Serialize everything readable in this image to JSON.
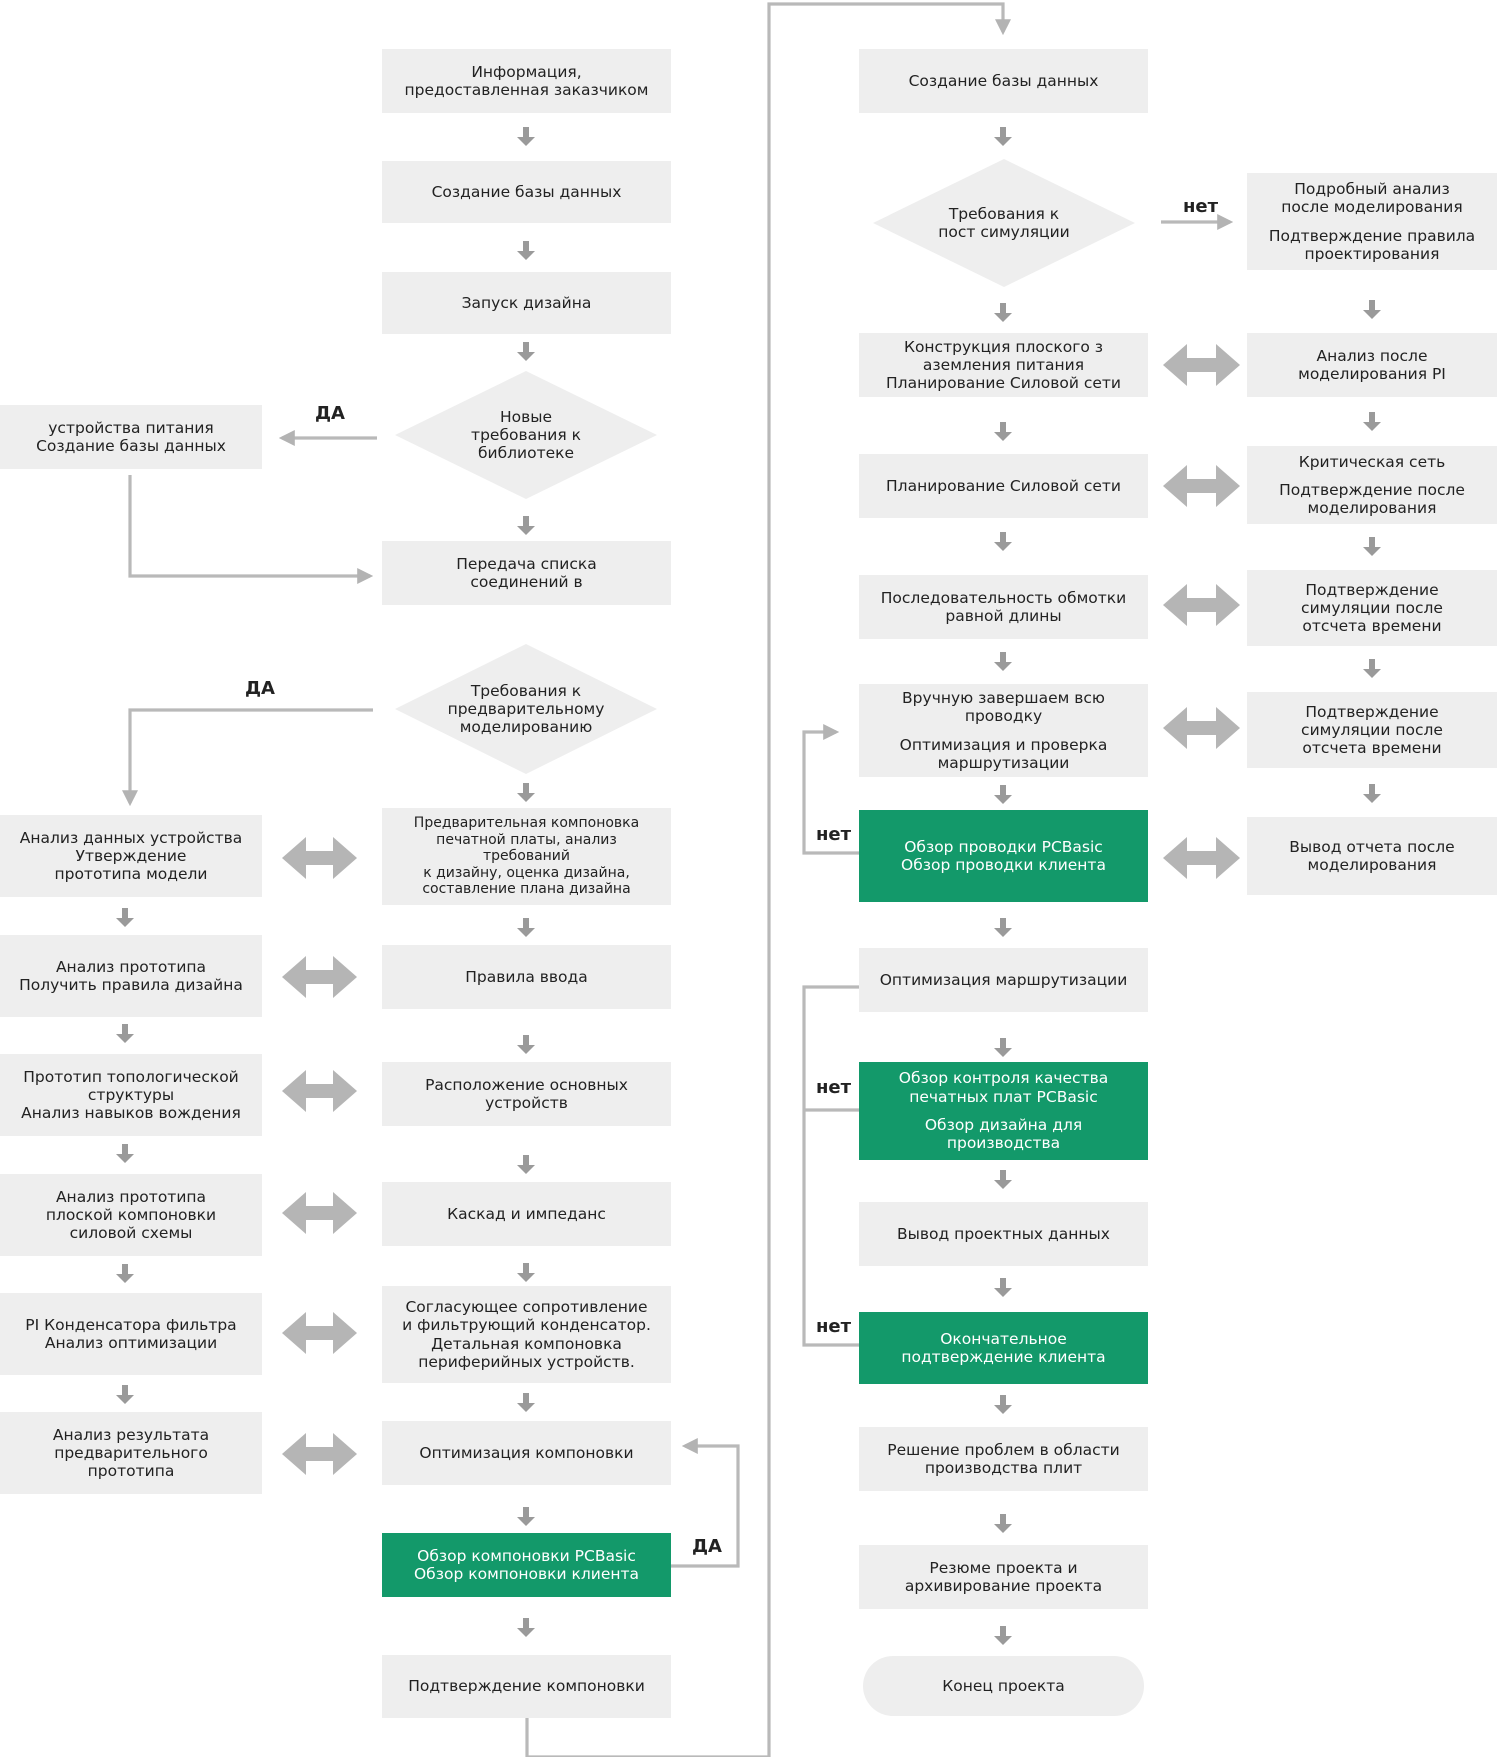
{
  "diagram": {
    "left_column": {
      "customer_info": [
        "Информация,",
        "предоставленная заказчиком"
      ],
      "create_db": [
        "Создание базы данных"
      ],
      "design_start": [
        "Запуск дизайна"
      ],
      "new_lib_req": [
        "Новые",
        "требования к",
        "библиотеке"
      ],
      "netlist_transfer": [
        "Передача списка",
        "соединений в"
      ],
      "premodel_req": [
        "Требования к",
        "предварительному",
        "моделированию"
      ],
      "preliminary_layout": [
        "Предварительная компоновка",
        "печатной платы, анализ требований",
        "к дизайну, оценка дизайна,",
        "составление плана дизайна"
      ],
      "input_rules": [
        "Правила ввода"
      ],
      "main_devices": [
        "Расположение основных",
        "устройств"
      ],
      "stackup": [
        "Каскад и импеданс"
      ],
      "matching": [
        "Согласующее сопротивление",
        "и фильтрующий конденсатор.",
        "Детальная компоновка",
        "периферийных устройств."
      ],
      "layout_opt": [
        "Оптимизация компоновки"
      ],
      "layout_review": [
        "Обзор компоновки PCBasic",
        "Обзор компоновки клиента"
      ],
      "layout_confirm": [
        "Подтверждение компоновки"
      ]
    },
    "side_column": {
      "power_db": [
        "устройства питания",
        "Создание базы данных"
      ],
      "device_analysis": [
        "Анализ данных устройства",
        "Утверждение",
        "прототипа модели"
      ],
      "proto_analysis": [
        "Анализ прототипа",
        "Получить правила дизайна"
      ],
      "topology": [
        "Прототип топологической",
        "структуры",
        "Анализ навыков вождения"
      ],
      "plane_proto": [
        "Анализ прототипа",
        "плоской компоновки",
        "силовой схемы"
      ],
      "pi_cap": [
        "PI Конденсатора фильтра",
        "Анализ оптимизации"
      ],
      "pre_proto_result": [
        "Анализ результата",
        "предварительного",
        "прототипа"
      ]
    },
    "right_column": {
      "create_db": [
        "Создание базы данных"
      ],
      "post_sim_req": [
        "Требования к",
        "пост симуляции"
      ],
      "plane_build": [
        "Конструкция плоского з",
        "аземления питания",
        "Планирование Силовой сети"
      ],
      "power_plan": [
        "Планирование Силовой сети"
      ],
      "length_match": [
        "Последовательность обмотки",
        "равной длины"
      ],
      "manual_route": {
        "p1": [
          "Вручную завершаем всю",
          "проводку"
        ],
        "p2": [
          "Оптимизация и проверка",
          "маршрутизации"
        ]
      },
      "routing_review": [
        "Обзор проводки PCBasic",
        "Обзор проводки клиента"
      ],
      "route_opt": [
        "Оптимизация маршрутизации"
      ],
      "qc_review": {
        "p1": [
          "Обзор контроля качества",
          "печатных плат  PCBasic"
        ],
        "p2": [
          "Обзор дизайна для",
          "производства"
        ]
      },
      "output_data": [
        "Вывод проектных данных"
      ],
      "final_confirm": [
        "Окончательное",
        "подтверждение клиента"
      ],
      "manufacturing": [
        "Решение проблем в области",
        "производства плит"
      ],
      "archive": [
        "Резюме проекта и",
        "архивирование проекта"
      ],
      "end": [
        "Конец проекта"
      ]
    },
    "far_right_column": {
      "detailed_analysis": {
        "p1": [
          "Подробный анализ",
          "после моделирования"
        ],
        "p2": [
          "Подтверждение правила",
          "проектирования"
        ]
      },
      "pi_analysis": [
        "Анализ после",
        "моделирования PI"
      ],
      "critical_net": {
        "p1": [
          "Критическая сеть"
        ],
        "p2": [
          "Подтверждение после",
          "моделирования"
        ]
      },
      "timing_confirm_1": [
        "Подтверждение",
        "симуляции после",
        "отсчета времени"
      ],
      "timing_confirm_2": [
        "Подтверждение",
        "симуляции после",
        "отсчета времени"
      ],
      "report_output": [
        "Вывод отчета после",
        "моделирования"
      ]
    },
    "labels": {
      "yes": "ДА",
      "no": "нет"
    },
    "colors": {
      "box_fill": "#eeeeee",
      "highlight_fill": "#13996a",
      "connector": "#bbbbbb",
      "arrow": "#999999"
    }
  }
}
